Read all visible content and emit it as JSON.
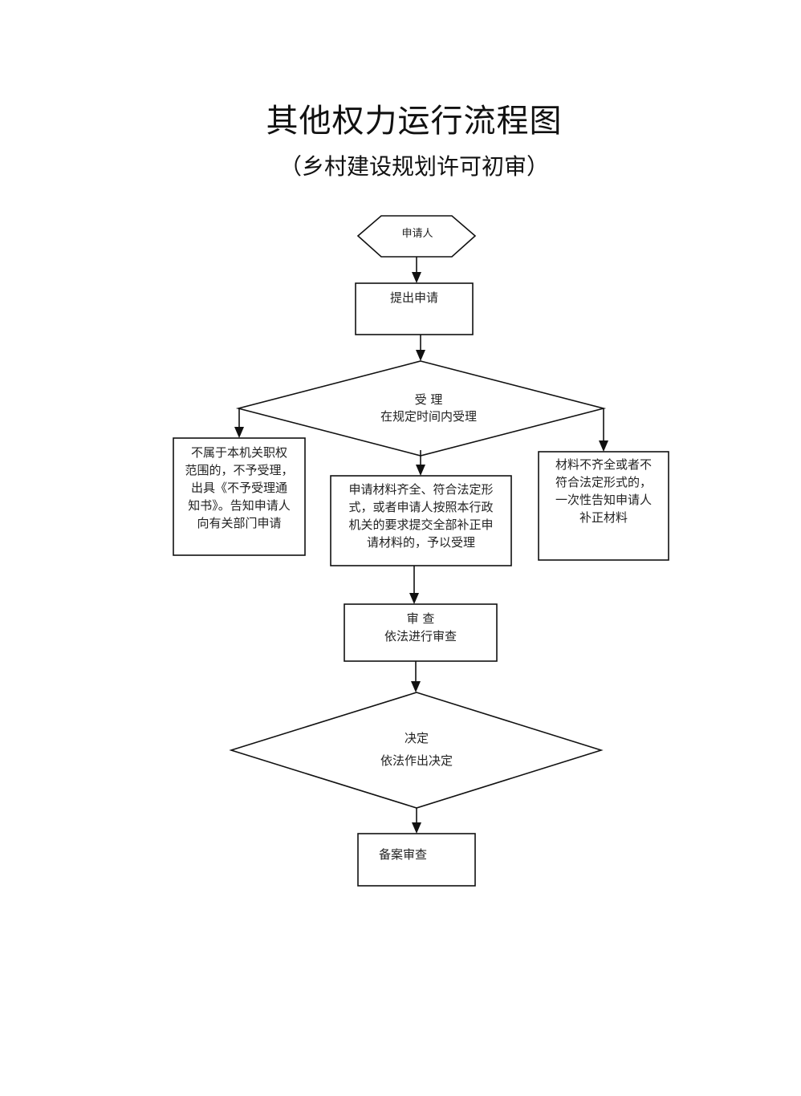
{
  "title": "其他权力运行流程图",
  "subtitle": "（乡村建设规划许可初审）",
  "nodes": {
    "applicant": {
      "shape": "hexagon",
      "text": "申请人"
    },
    "submit": {
      "shape": "rectangle",
      "text": "提出申请"
    },
    "accept": {
      "shape": "diamond",
      "title": "受 理",
      "text": "在规定时间内受理"
    },
    "reject": {
      "shape": "rectangle",
      "text": "不属于本机关职权\n范围的，不予受理，\n出具《不予受理通\n知书》。告知申请人\n向有关部门申请"
    },
    "accepted": {
      "shape": "rectangle",
      "text": "申请材料齐全、符合法定形\n式，或者申请人按照本行政\n机关的要求提交全部补正申\n请材料的，予以受理"
    },
    "supplement": {
      "shape": "rectangle",
      "text": "材料不齐全或者不\n符合法定形式的，\n一次性告知申请人\n补正材料"
    },
    "review": {
      "shape": "rectangle",
      "title": "审 查",
      "text": "依法进行审查"
    },
    "decide": {
      "shape": "diamond",
      "title": "决定",
      "text": "依法作出决定"
    },
    "record": {
      "shape": "rectangle",
      "text": "备案审查"
    }
  },
  "edges": [
    {
      "from": "applicant",
      "to": "submit"
    },
    {
      "from": "submit",
      "to": "accept"
    },
    {
      "from": "accept",
      "to": "reject"
    },
    {
      "from": "accept",
      "to": "accepted"
    },
    {
      "from": "accept",
      "to": "supplement"
    },
    {
      "from": "accepted",
      "to": "review"
    },
    {
      "from": "review",
      "to": "decide"
    },
    {
      "from": "decide",
      "to": "record"
    }
  ]
}
